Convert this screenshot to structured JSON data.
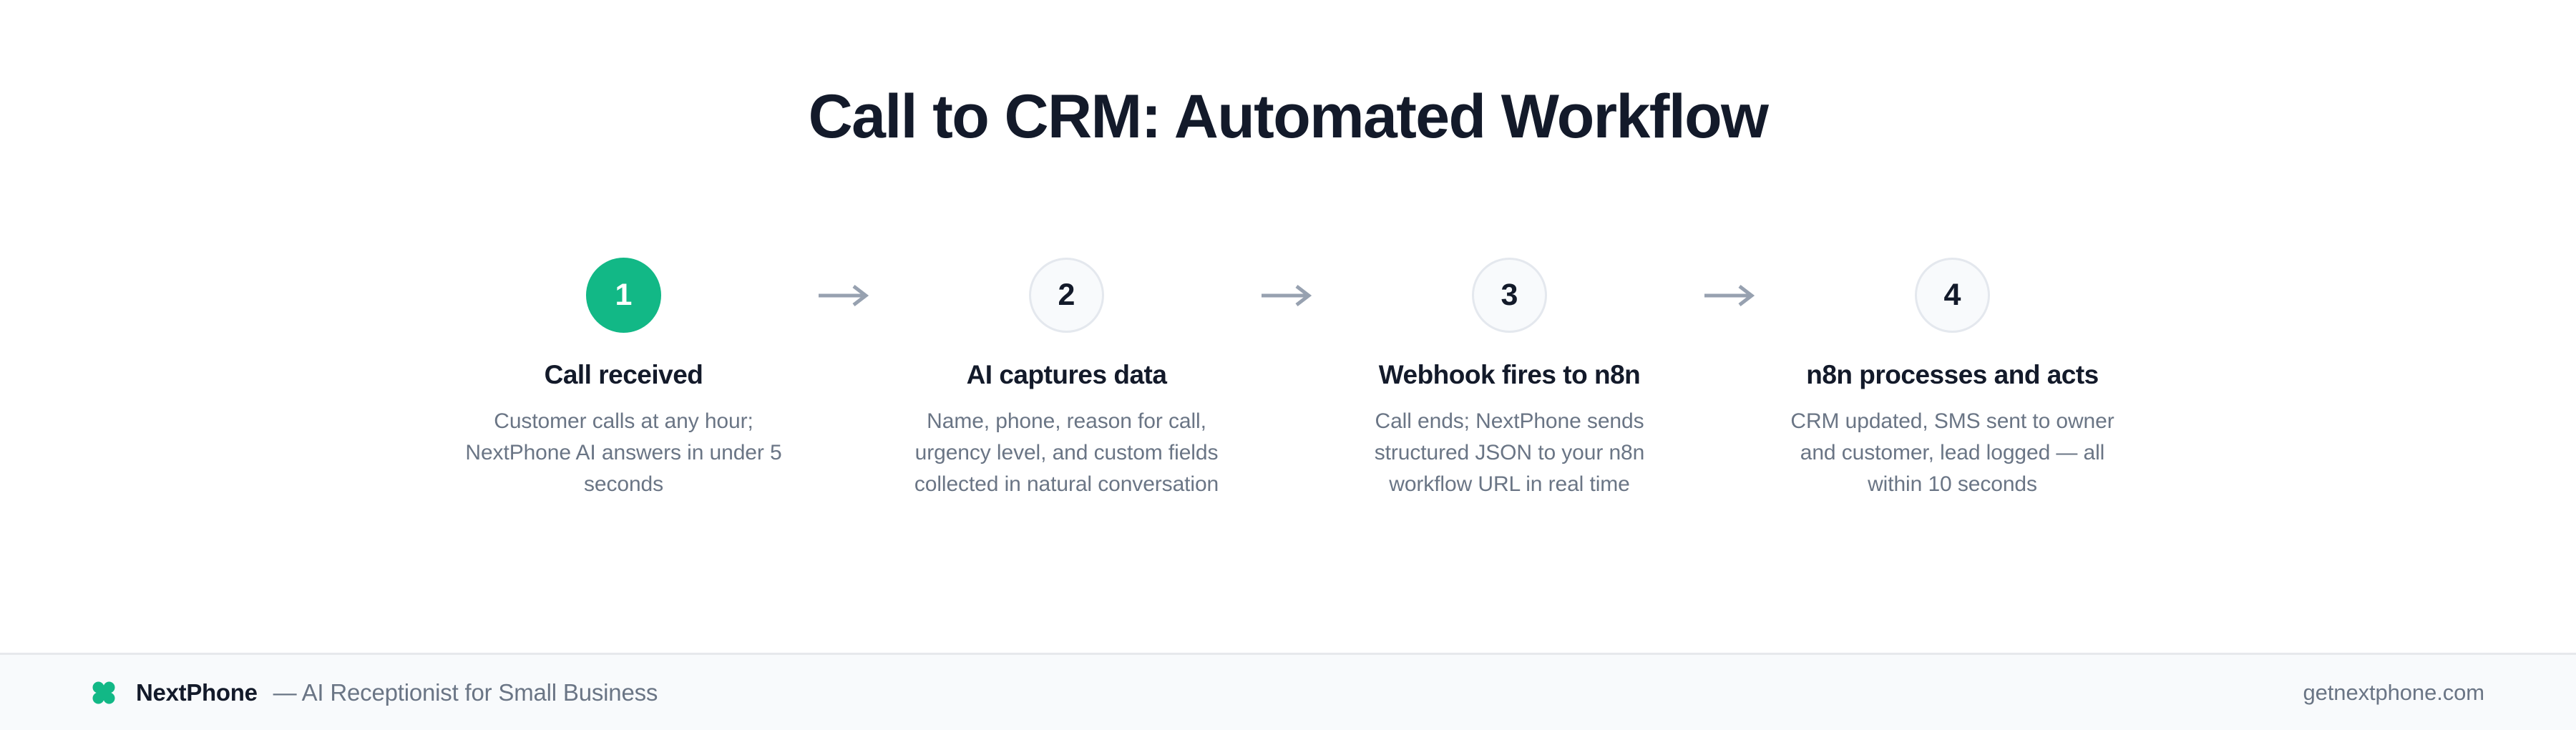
{
  "header": {
    "title": "Call to CRM: Automated Workflow"
  },
  "colors": {
    "accent_green": "#12B886",
    "title_navy": "#131A2A",
    "body_slate": "#6A7585",
    "badge_idle_bg": "#F8FAFC",
    "badge_idle_border": "#E4E8EE",
    "arrow_gray": "#97A1B0",
    "footer_bg": "#F8FAFC",
    "footer_border": "#E6E8EC"
  },
  "flow": {
    "arrow_icon": "arrow-right-icon",
    "steps": [
      {
        "number": "1",
        "state": "active",
        "title": "Call received",
        "description": "Customer calls at any hour; NextPhone AI answers in under 5 seconds"
      },
      {
        "number": "2",
        "state": "idle",
        "title": "AI captures data",
        "description": "Name, phone, reason for call, urgency level, and custom fields collected in natural conversation"
      },
      {
        "number": "3",
        "state": "idle",
        "title": "Webhook fires to n8n",
        "description": "Call ends; NextPhone sends structured JSON to your n8n workflow URL in real time"
      },
      {
        "number": "4",
        "state": "idle",
        "title": "n8n processes and acts",
        "description": "CRM updated, SMS sent to owner and customer, lead logged — all within 10 seconds"
      }
    ]
  },
  "footer": {
    "logo_icon": "clover-logo-icon",
    "brand": "NextPhone",
    "tagline": "— AI Receptionist for Small Business",
    "website": "getnextphone.com"
  }
}
